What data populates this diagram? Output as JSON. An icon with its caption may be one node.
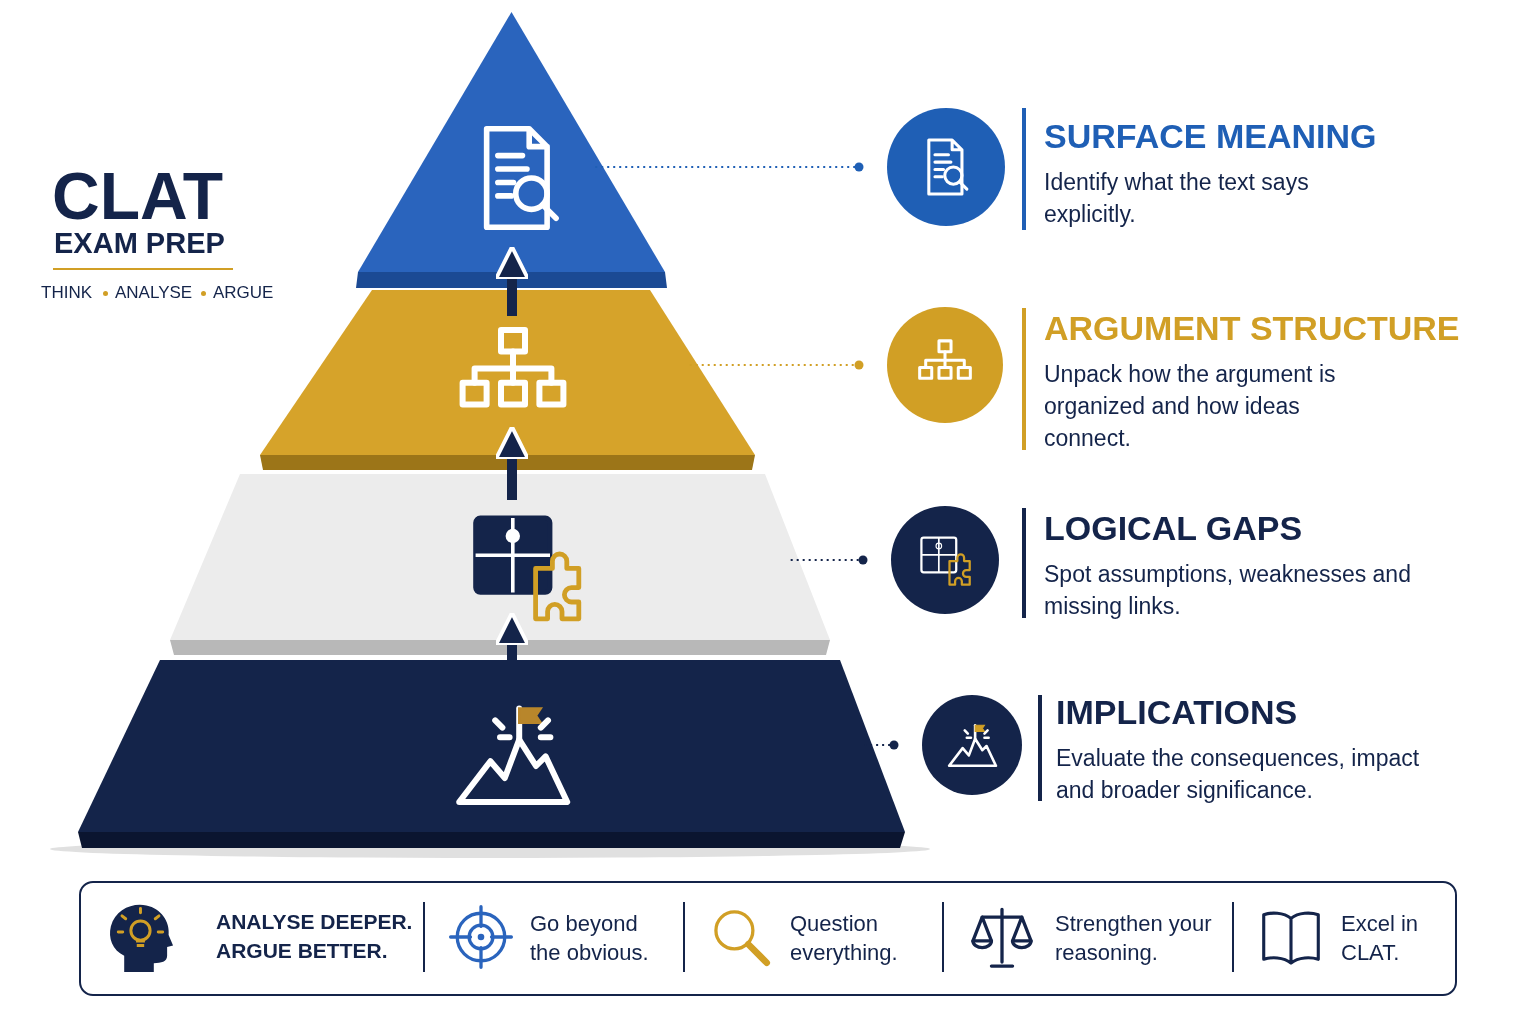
{
  "diagram": {
    "nodes": [
      {
        "text": [],
        "shape": "triangle"
      },
      {
        "text": [],
        "shape": "trapezoid"
      },
      {
        "text": [],
        "shape": "trapezoid"
      },
      {
        "text": [],
        "shape": "trapezoid"
      },
      {
        "text": [
          "SURFACE MEANING",
          "Identify what the text says explicitly."
        ]
      },
      {
        "text": [
          "ARGUMENT STRUCTURE",
          "Unpack how the argument is organized and how ideas connect."
        ]
      },
      {
        "text": [
          "LOGICAL GAPS",
          "Spot assumptions, weaknesses and missing links."
        ]
      },
      {
        "text": [
          "IMPLICATIONS",
          "Evaluate the consequences, impact and broader significance."
        ]
      }
    ],
    "edges": [
      {
        "from": 3,
        "to": 2,
        "arrow": "to",
        "style": "thick"
      },
      {
        "from": 2,
        "to": 1,
        "arrow": "to",
        "style": "thick"
      },
      {
        "from": 1,
        "to": 0,
        "arrow": "to",
        "style": "thick"
      },
      {
        "from": 0,
        "to": 4,
        "arrow": "other",
        "style": "dashed",
        "color": "#1f5fb5"
      },
      {
        "from": 1,
        "to": 5,
        "arrow": "other",
        "style": "dashed",
        "color": "#d19f25"
      },
      {
        "from": 2,
        "to": 6,
        "arrow": "other",
        "style": "dashed"
      },
      {
        "from": 3,
        "to": 7,
        "arrow": "other",
        "style": "dashed"
      }
    ],
    "labels": [
      "CLAT",
      "EXAM PREP",
      "THINK",
      "ANALYSE",
      "ARGUE",
      "ANALYSE DEEPER. ARGUE BETTER.",
      "Go beyond the obvious.",
      "Question everything.",
      "Strengthen your reasoning.",
      "Excel in CLAT."
    ]
  }
}
